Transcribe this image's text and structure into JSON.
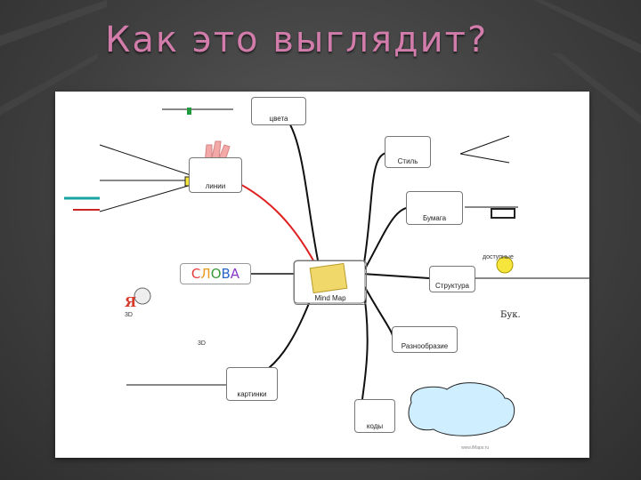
{
  "slide": {
    "title": "Как это выглядит?"
  },
  "mindmap": {
    "center": "Mind Map",
    "nodes": {
      "tsveta": "цвета",
      "linii": "линии",
      "slova": [
        "С",
        "Л",
        "О",
        "В",
        "А"
      ],
      "kartinki": "картинки",
      "stil": "Стиль",
      "bumaga": "Бумага",
      "struktura": "Структура",
      "raznoobrazie": "Разнообразие",
      "kody": "коды"
    },
    "small_labels": {
      "dostupnye": "доступные",
      "buk": "Бук.",
      "ya": "Я",
      "d3a": "3D",
      "d3b": "3D"
    },
    "footer": "www.iMaps.ru"
  },
  "colors": {
    "title": "#d27cab",
    "branch_red": "#e02020",
    "branch_black": "#111111"
  }
}
